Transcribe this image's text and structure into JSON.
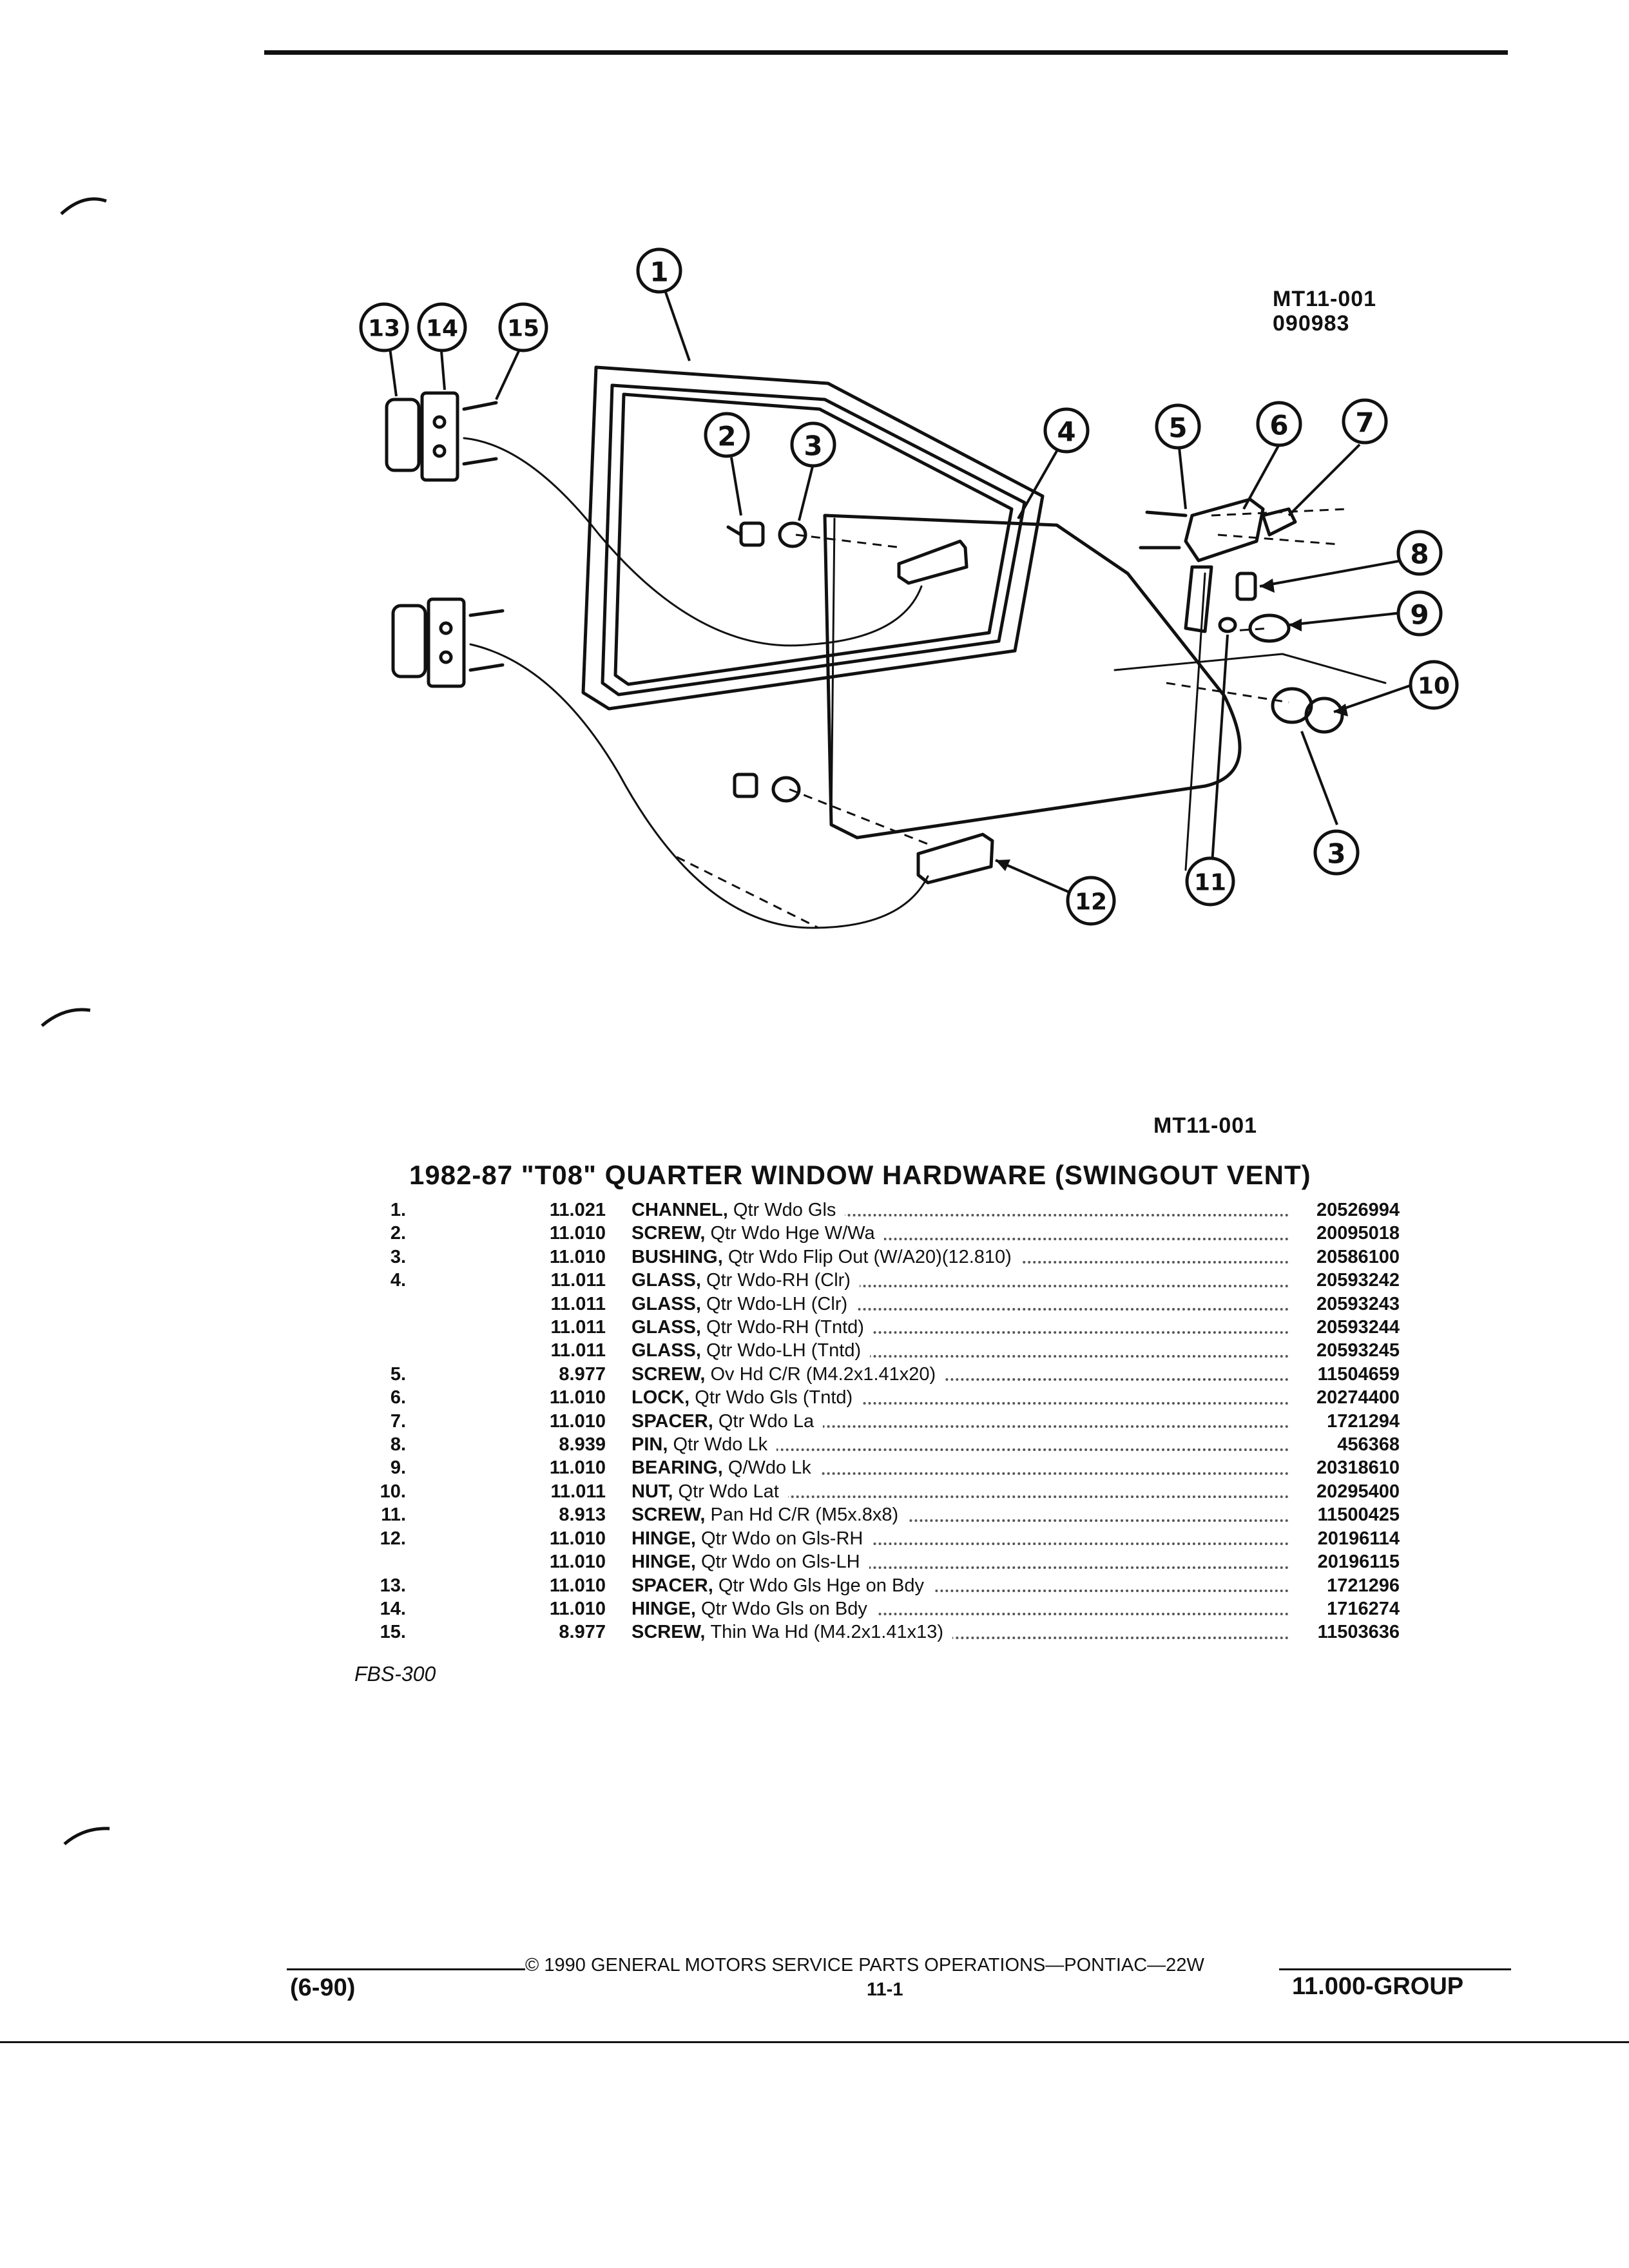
{
  "drawing": {
    "id": "MT11-001",
    "date": "090983",
    "callouts": [
      "1",
      "2",
      "3",
      "4",
      "5",
      "6",
      "7",
      "8",
      "9",
      "10",
      "11",
      "12",
      "13",
      "14",
      "15",
      "3"
    ]
  },
  "figure_ref": "MT11-001",
  "title": "1982-87 \"T08\" QUARTER WINDOW HARDWARE (SWINGOUT VENT)",
  "parts": [
    {
      "item": "1.",
      "group": "11.021",
      "name": "CHANNEL,",
      "desc": "Qtr Wdo Gls",
      "pn": "20526994"
    },
    {
      "item": "2.",
      "group": "11.010",
      "name": "SCREW,",
      "desc": "Qtr Wdo Hge W/Wa",
      "pn": "20095018"
    },
    {
      "item": "3.",
      "group": "11.010",
      "name": "BUSHING,",
      "desc": "Qtr Wdo Flip Out (W/A20)(12.810)",
      "pn": "20586100"
    },
    {
      "item": "4.",
      "group": "11.011",
      "name": "GLASS,",
      "desc": "Qtr Wdo-RH (Clr)",
      "pn": "20593242"
    },
    {
      "item": "",
      "group": "11.011",
      "name": "GLASS,",
      "desc": "Qtr Wdo-LH (Clr)",
      "pn": "20593243"
    },
    {
      "item": "",
      "group": "11.011",
      "name": "GLASS,",
      "desc": "Qtr Wdo-RH (Tntd)",
      "pn": "20593244"
    },
    {
      "item": "",
      "group": "11.011",
      "name": "GLASS,",
      "desc": "Qtr Wdo-LH (Tntd)",
      "pn": "20593245"
    },
    {
      "item": "5.",
      "group": "8.977",
      "name": "SCREW,",
      "desc": "Ov Hd C/R (M4.2x1.41x20)",
      "pn": "11504659"
    },
    {
      "item": "6.",
      "group": "11.010",
      "name": "LOCK,",
      "desc": "Qtr Wdo Gls (Tntd)",
      "pn": "20274400"
    },
    {
      "item": "7.",
      "group": "11.010",
      "name": "SPACER,",
      "desc": "Qtr Wdo La",
      "pn": "1721294"
    },
    {
      "item": "8.",
      "group": "8.939",
      "name": "PIN,",
      "desc": "Qtr Wdo Lk",
      "pn": "456368"
    },
    {
      "item": "9.",
      "group": "11.010",
      "name": "BEARING,",
      "desc": "Q/Wdo Lk",
      "pn": "20318610"
    },
    {
      "item": "10.",
      "group": "11.011",
      "name": "NUT,",
      "desc": "Qtr Wdo Lat",
      "pn": "20295400"
    },
    {
      "item": "11.",
      "group": "8.913",
      "name": "SCREW,",
      "desc": "Pan Hd C/R (M5x.8x8)",
      "pn": "11500425"
    },
    {
      "item": "12.",
      "group": "11.010",
      "name": "HINGE,",
      "desc": "Qtr Wdo on Gls-RH",
      "pn": "20196114"
    },
    {
      "item": "",
      "group": "11.010",
      "name": "HINGE,",
      "desc": "Qtr Wdo on Gls-LH",
      "pn": "20196115"
    },
    {
      "item": "13.",
      "group": "11.010",
      "name": "SPACER,",
      "desc": "Qtr Wdo Gls Hge on Bdy",
      "pn": "1721296"
    },
    {
      "item": "14.",
      "group": "11.010",
      "name": "HINGE,",
      "desc": "Qtr Wdo Gls on Bdy",
      "pn": "1716274"
    },
    {
      "item": "15.",
      "group": "8.977",
      "name": "SCREW,",
      "desc": "Thin Wa Hd (M4.2x1.41x13)",
      "pn": "11503636"
    }
  ],
  "section_code": "FBS-300",
  "footer": {
    "revision": "(6-90)",
    "copyright": "© 1990 GENERAL MOTORS SERVICE PARTS OPERATIONS—PONTIAC—22W",
    "page": "11-1",
    "group": "11.000-GROUP"
  }
}
